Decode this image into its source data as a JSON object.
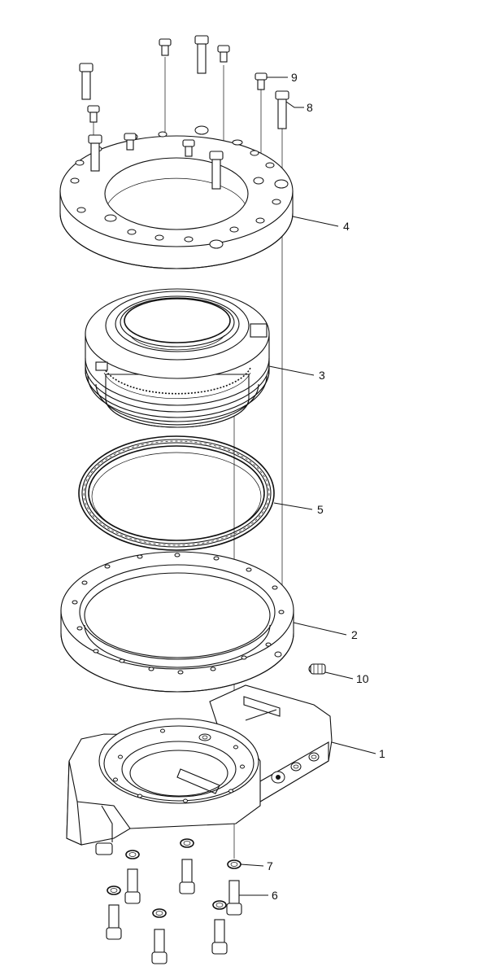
{
  "callouts": [
    {
      "id": "9",
      "label": "9"
    },
    {
      "id": "8",
      "label": "8"
    },
    {
      "id": "4",
      "label": "4"
    },
    {
      "id": "3",
      "label": "3"
    },
    {
      "id": "5",
      "label": "5"
    },
    {
      "id": "2",
      "label": "2"
    },
    {
      "id": "10",
      "label": "10"
    },
    {
      "id": "1",
      "label": "1"
    },
    {
      "id": "7",
      "label": "7"
    },
    {
      "id": "6",
      "label": "6"
    }
  ]
}
